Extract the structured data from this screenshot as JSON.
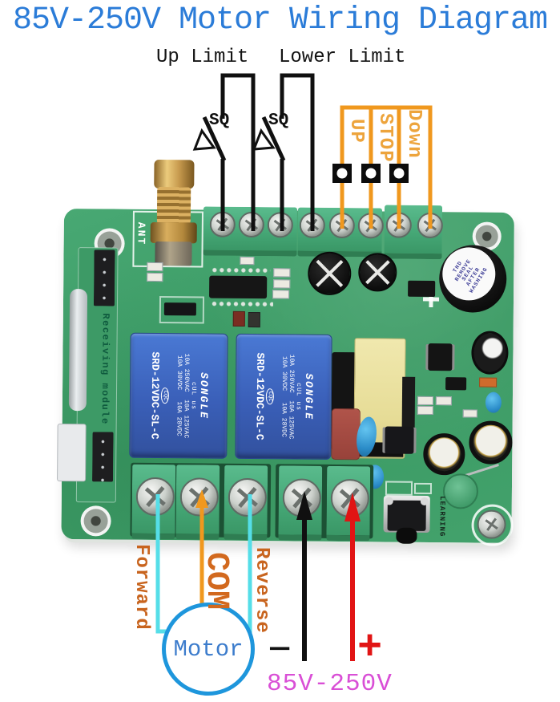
{
  "title": "85V-250V Motor Wiring Diagram",
  "top": {
    "up_limit": "Up Limit",
    "lower_limit": "Lower Limit",
    "switch_label": "SQ",
    "buttons": [
      "UP",
      "STOP",
      "Down"
    ]
  },
  "board": {
    "ant": "ANT",
    "receiving_module": "Receiving module",
    "learning": "LEARNING",
    "buzzer_lines": [
      "THD",
      "REMOVE",
      "SEAL",
      "AFTER",
      "WASHING"
    ],
    "relay": {
      "brand": "SONGLE",
      "cert": "cUL us",
      "rating1": "10A 250VAC  10A 125VAC",
      "rating2": "10A 30VDC   10A 28VDC",
      "model": "SRD-12VDC-SL-C",
      "cqc": "CQC"
    }
  },
  "bottom": {
    "forward": "Forward",
    "com": "COM",
    "reverse": "Reverse",
    "minus": "−",
    "plus": "+",
    "voltage": "85V-250V",
    "motor": "Motor"
  },
  "colors": {
    "title_blue": "#2B7CD8",
    "wire_orange": "#F0981E",
    "label_orange": "#C8641E",
    "button_label_orange": "#EDA43C",
    "wire_cyan": "#55DEE8",
    "wire_red": "#E11414",
    "wire_black": "#101010",
    "voltage_magenta": "#D94FD6",
    "motor_blue": "#1E96DC",
    "board_green": "#3FA269",
    "relay_blue": "#3E68C6"
  }
}
